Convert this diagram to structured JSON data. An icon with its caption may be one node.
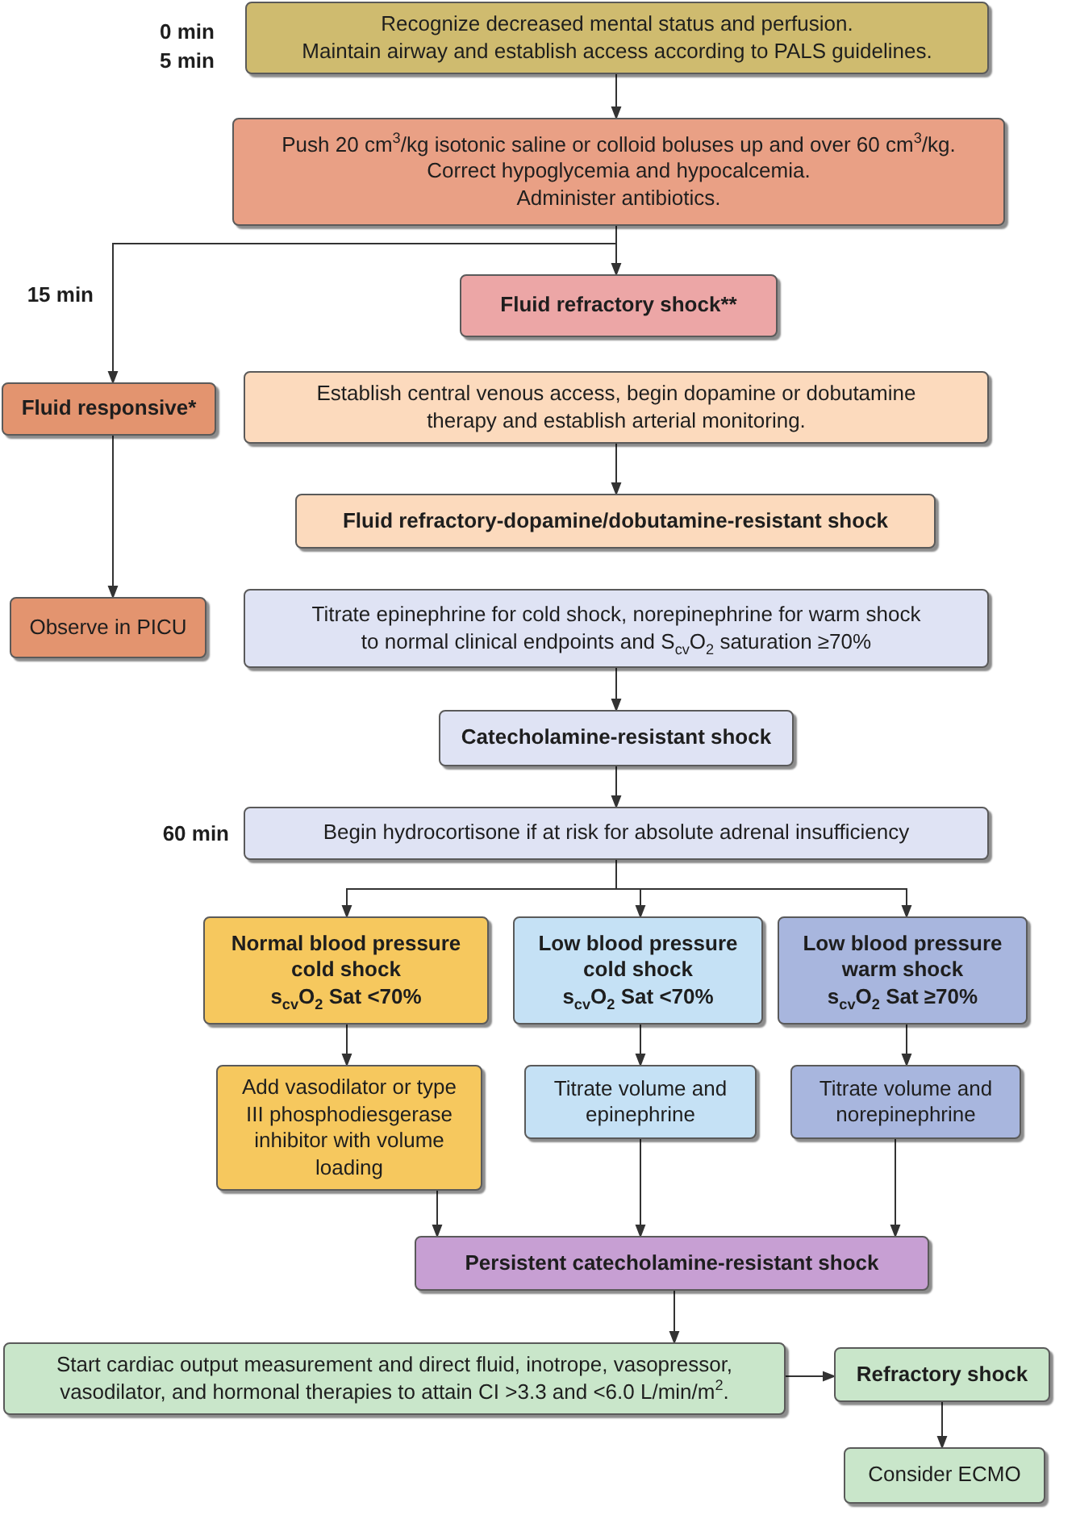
{
  "diagram": {
    "nodes": [
      {
        "text": [
          "Recognize decreased mental status and perfusion.",
          "Maintain airway and establish access according to PALS guidelines."
        ]
      },
      {
        "text": [
          "Push 20 cm$^{3}$/kg isotonic saline or colloid boluses up and over 60 cm$^{3}$/kg.",
          "Correct hypoglycemia and hypocalcemia.",
          "Administer antibiotics."
        ]
      },
      {
        "text": [
          "Fluid refractory shock**"
        ]
      },
      {
        "text": [
          "Fluid responsive*"
        ]
      },
      {
        "text": [
          "Establish central venous access, begin dopamine or dobutamine therapy and establish arterial monitoring."
        ]
      },
      {
        "text": [
          "Fluid refractory-dopamine/dobutamine-resistant shock"
        ]
      },
      {
        "text": [
          "Observe in PICU"
        ]
      },
      {
        "text": [
          "Titrate epinephrine for cold shock, norepinephrine for warm shock to normal clinical endpoints and S$_{cv}$O$_{2}$ saturation ≥70%"
        ]
      },
      {
        "text": [
          "Catecholamine-resistant shock"
        ]
      },
      {
        "text": [
          "Begin hydrocortisone if at risk for absolute adrenal insufficiency"
        ]
      },
      {
        "text": [
          "Normal blood pressure cold shock",
          "s$_{cv}$O$_{2}$ Sat <70%"
        ]
      },
      {
        "text": [
          "Low blood pressure cold shock",
          "s$_{cv}$O$_{2}$ Sat <70%"
        ]
      },
      {
        "text": [
          "Low blood pressure warm shock",
          "s$_{cv}$O$_{2}$ Sat ≥70%"
        ]
      },
      {
        "text": [
          "Add vasodilator or type III phosphodiesgerase inhibitor with volume loading"
        ]
      },
      {
        "text": [
          "Titrate volume and epinephrine"
        ]
      },
      {
        "text": [
          "Titrate volume and norepinephrine"
        ]
      },
      {
        "text": [
          "Persistent catecholamine-resistant shock"
        ]
      },
      {
        "text": [
          "Start cardiac output measurement and direct fluid, inotrope, vasopressor, vasodilator, and hormonal therapies to attain CI >3.3 and <6.0 L/min/m$^{2}$."
        ]
      },
      {
        "text": [
          "Refractory shock"
        ]
      },
      {
        "text": [
          "Consider ECMO"
        ]
      }
    ],
    "edges": [
      {
        "from": 0,
        "to": 1,
        "arrow": "to"
      },
      {
        "from": 1,
        "to": 2,
        "arrow": "to"
      },
      {
        "from": 1,
        "to": 3,
        "arrow": "to"
      },
      {
        "from": 3,
        "to": 6,
        "arrow": "to"
      },
      {
        "from": 4,
        "to": 5,
        "arrow": "to"
      },
      {
        "from": 7,
        "to": 8,
        "arrow": "to"
      },
      {
        "from": 8,
        "to": 9,
        "arrow": "to"
      },
      {
        "from": 9,
        "to": 10,
        "arrow": "to"
      },
      {
        "from": 9,
        "to": 11,
        "arrow": "to"
      },
      {
        "from": 9,
        "to": 12,
        "arrow": "to"
      },
      {
        "from": 10,
        "to": 13,
        "arrow": "to"
      },
      {
        "from": 11,
        "to": 14,
        "arrow": "to"
      },
      {
        "from": 12,
        "to": 15,
        "arrow": "to"
      },
      {
        "from": 13,
        "to": 16,
        "arrow": "to"
      },
      {
        "from": 14,
        "to": 16,
        "arrow": "to"
      },
      {
        "from": 15,
        "to": 16,
        "arrow": "to"
      },
      {
        "from": 16,
        "to": 17,
        "arrow": "to"
      },
      {
        "from": 17,
        "to": 18,
        "arrow": "to"
      },
      {
        "from": 18,
        "to": 19,
        "arrow": "to"
      }
    ],
    "labels": [
      "0 min",
      "5 min",
      "15 min",
      "60 min"
    ]
  }
}
